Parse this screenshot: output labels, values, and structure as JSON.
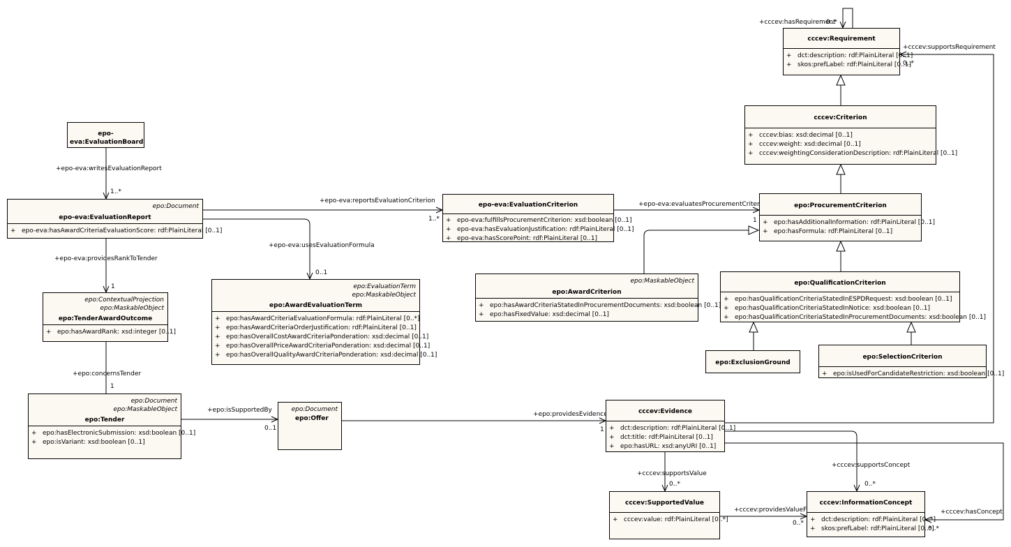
{
  "classes": {
    "requirement": {
      "name": "cccev:Requirement",
      "attrs": [
        "dct:description: rdf:PlainLiteral [0..1]",
        "skos:prefLabel: rdf:PlainLiteral [0..1]"
      ]
    },
    "criterion": {
      "name": "cccev:Criterion",
      "attrs": [
        "cccev:bias: xsd:decimal [0..1]",
        "cccev:weight: xsd:decimal [0..1]",
        "cccev:weightingConsiderationDescription: rdf:PlainLiteral [0..1]"
      ]
    },
    "evaluation_board": {
      "name": "epo-eva:EvaluationBoard"
    },
    "evaluation_report": {
      "stereotype": "epo:Document",
      "name": "epo-eva:EvaluationReport",
      "attrs": [
        "epo-eva:hasAwardCriteriaEvaluationScore: rdf:PlainLiteral [0..1]"
      ]
    },
    "evaluation_criterion": {
      "name": "epo-eva:EvaluationCriterion",
      "attrs": [
        "epo-eva:fulfillsProcurementCriterion: xsd:boolean [0..1]",
        "epo-eva:hasEvaluationJustification: rdf:PlainLiteral [0..1]",
        "epo-eva:hasScorePoint: rdf:PlainLiteral [0..1]"
      ]
    },
    "procurement_criterion": {
      "name": "epo:ProcurementCriterion",
      "attrs": [
        "epo:hasAdditionalInformation: rdf:PlainLiteral [0..1]",
        "epo:hasFormula: rdf:PlainLiteral [0..1]"
      ]
    },
    "award_evaluation_term": {
      "stereotypes": [
        "epo:EvaluationTerm",
        "epo:MaskableObject"
      ],
      "name": "epo:AwardEvaluationTerm",
      "attrs": [
        "epo:hasAwardCriteriaEvaluationFormula: rdf:PlainLiteral [0..*]",
        "epo:hasAwardCriteriaOrderJustification: rdf:PlainLiteral [0..1]",
        "epo:hasOverallCostAwardCriteriaPonderation: xsd:decimal [0..1]",
        "epo:hasOverallPriceAwardCriteriaPonderation: xsd:decimal [0..1]",
        "epo:hasOverallQualityAwardCriteriaPonderation: xsd:decimal [0..1]"
      ]
    },
    "tender_award_outcome": {
      "stereotypes": [
        "epo:ContextualProjection",
        "epo:MaskableObject"
      ],
      "name": "epo:TenderAwardOutcome",
      "attrs": [
        "epo:hasAwardRank: xsd:integer [0..1]"
      ]
    },
    "award_criterion": {
      "stereotype": "epo:MaskableObject",
      "name": "epo:AwardCriterion",
      "attrs": [
        "epo:hasAwardCriteriaStatedInProcurementDocuments: xsd:boolean [0..1]",
        "epo:hasFixedValue: xsd:decimal [0..1]"
      ]
    },
    "qualification_criterion": {
      "name": "epo:QualificationCriterion",
      "attrs": [
        "epo:hasQualificationCriteriaStatedInESPDRequest: xsd:boolean [0..1]",
        "epo:hasQualificationCriteriaStatedInNotice: xsd:boolean [0..1]",
        "epo:hasQualificationCriteriaStatedInProcurementDocuments: xsd:boolean [0..1]"
      ]
    },
    "exclusion_ground": {
      "name": "epo:ExclusionGround"
    },
    "selection_criterion": {
      "name": "epo:SelectionCriterion",
      "attrs": [
        "epo:isUsedForCandidateRestriction: xsd:boolean [0..1]"
      ]
    },
    "tender": {
      "stereotypes": [
        "epo:Document",
        "epo:MaskableObject"
      ],
      "name": "epo:Tender",
      "attrs": [
        "epo:hasElectronicSubmission: xsd:boolean [0..1]",
        "epo:isVariant: xsd:boolean [0..1]"
      ]
    },
    "offer": {
      "stereotype": "epo:Document",
      "name": "epo:Offer"
    },
    "evidence": {
      "name": "cccev:Evidence",
      "attrs": [
        "dct:description: rdf:PlainLiteral [0..1]",
        "dct:title: rdf:PlainLiteral [0..1]",
        "epo:hasURL: xsd:anyURI [0..1]"
      ]
    },
    "supported_value": {
      "name": "cccev:SupportedValue",
      "attrs": [
        "cccev:value: rdf:PlainLiteral [0..*]"
      ]
    },
    "information_concept": {
      "name": "cccev:InformationConcept",
      "attrs": [
        "dct:description: rdf:PlainLiteral [0..*]",
        "skos:prefLabel: rdf:PlainLiteral [0..*]"
      ]
    }
  },
  "visibility": "+",
  "associations": {
    "has_requirement": {
      "role": "+cccev:hasRequirement",
      "mult": "0..*"
    },
    "supports_requirement": {
      "role": "+cccev:supportsRequirement",
      "mult": "0..*"
    },
    "writes_evaluation_report": {
      "role": "+epo-eva:writesEvaluationReport",
      "mult": "1..*"
    },
    "reports_evaluation_criterion": {
      "role": "+epo-eva:reportsEvaluationCriterion",
      "mult": "1..*"
    },
    "evaluates_procurement_criterion": {
      "role": "+epo-eva:evaluatesProcurementCriterion",
      "mult": "1"
    },
    "uses_evaluation_formula": {
      "role": "+epo-eva:usesEvaluationFormula",
      "mult": "0..1"
    },
    "provides_rank_to_tender": {
      "role": "+epo-eva:providesRankToTender",
      "mult": "1"
    },
    "concerns_tender": {
      "role": "+epo:concernsTender",
      "mult": "1"
    },
    "is_supported_by": {
      "role": "+epo:isSupportedBy",
      "mult": "0..1"
    },
    "provides_evidence": {
      "role": "+epo:providesEvidence",
      "mult": "1"
    },
    "supports_value": {
      "role": "+cccev:supportsValue",
      "mult": "0..*"
    },
    "supports_concept": {
      "role": "+cccev:supportsConcept",
      "mult": "0..*"
    },
    "provides_value_for": {
      "role": "+cccev:providesValueFor",
      "mult": "0..*"
    },
    "has_concept": {
      "role": "+cccev:hasConcept",
      "mult": "0..*"
    }
  }
}
